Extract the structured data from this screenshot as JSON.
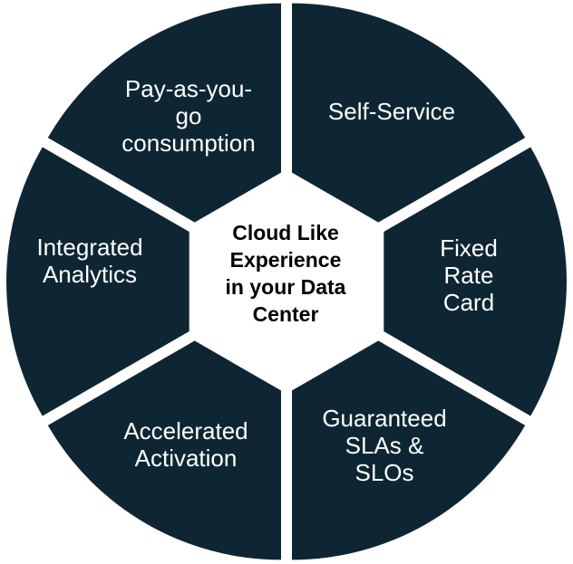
{
  "diagram": {
    "type": "segmented-wheel",
    "center": {
      "label": "Cloud Like\nExperience\nin your Data\nCenter"
    },
    "segments": [
      {
        "id": "fixed-rate-card",
        "label": "Fixed Rate\nCard"
      },
      {
        "id": "self-service",
        "label": "Self-Service"
      },
      {
        "id": "pay-as-you-go",
        "label": "Pay-as-you-\ngo\nconsumption"
      },
      {
        "id": "integrated-analytics",
        "label": "Integrated\nAnalytics"
      },
      {
        "id": "accelerated-activation",
        "label": "Accelerated\nActivation"
      },
      {
        "id": "guaranteed-slas-slos",
        "label": "Guaranteed\nSLAs &\nSLOs"
      }
    ],
    "colors": {
      "segment_fill": "#0e2634",
      "segment_text": "#ffffff",
      "center_text": "#c00000",
      "background": "#ffffff"
    }
  }
}
